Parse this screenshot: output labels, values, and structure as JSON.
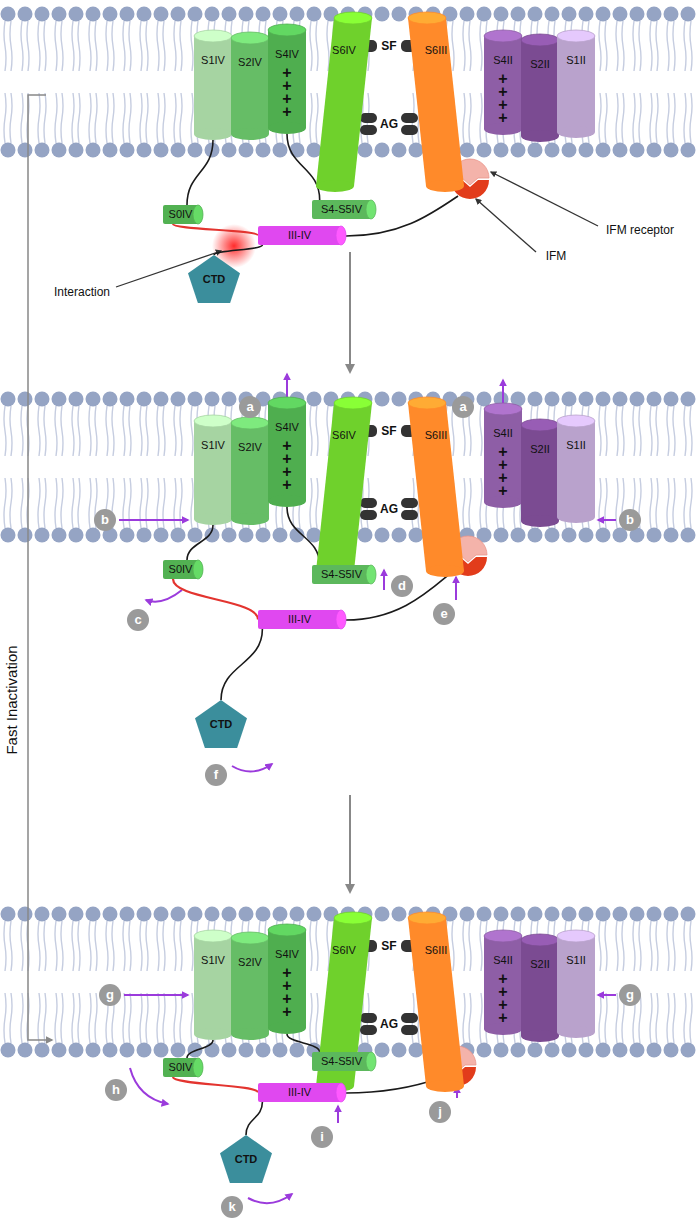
{
  "diagram": {
    "nodes": [
      {
        "text": [
          "S1IV"
        ]
      },
      {
        "text": [
          "S2IV"
        ]
      },
      {
        "text": [
          "S4IV",
          "+ + + +"
        ]
      },
      {
        "text": [
          "S6IV"
        ]
      },
      {
        "text": [
          "S6III"
        ]
      },
      {
        "text": [
          "S4II",
          "+ + + +"
        ]
      },
      {
        "text": [
          "S2II"
        ]
      },
      {
        "text": [
          "S1II"
        ]
      },
      {
        "text": [
          "S0IV"
        ]
      },
      {
        "text": [
          "S4-S5IV"
        ]
      },
      {
        "text": [
          "III-IV"
        ]
      },
      {
        "text": [
          "CTD"
        ]
      },
      {
        "text": [
          "S1IV"
        ]
      },
      {
        "text": [
          "S2IV"
        ]
      },
      {
        "text": [
          "S4IV",
          "+ + + +"
        ]
      },
      {
        "text": [
          "S6IV"
        ]
      },
      {
        "text": [
          "S6III"
        ]
      },
      {
        "text": [
          "S4II",
          "+ + + +"
        ]
      },
      {
        "text": [
          "S2II"
        ]
      },
      {
        "text": [
          "S1II"
        ]
      },
      {
        "text": [
          "S0IV"
        ]
      },
      {
        "text": [
          "S4-S5IV"
        ]
      },
      {
        "text": [
          "III-IV"
        ]
      },
      {
        "text": [
          "CTD"
        ]
      },
      {
        "text": [
          "a"
        ]
      },
      {
        "text": [
          "a"
        ]
      },
      {
        "text": [
          "b"
        ]
      },
      {
        "text": [
          "b"
        ]
      },
      {
        "text": [
          "c"
        ]
      },
      {
        "text": [
          "d"
        ]
      },
      {
        "text": [
          "e"
        ]
      },
      {
        "text": [
          "f"
        ]
      },
      {
        "text": [
          "S1IV"
        ]
      },
      {
        "text": [
          "S2IV"
        ]
      },
      {
        "text": [
          "S4IV",
          "+ + + +"
        ]
      },
      {
        "text": [
          "S6IV"
        ]
      },
      {
        "text": [
          "S6III"
        ]
      },
      {
        "text": [
          "S4II",
          "+ + + +"
        ]
      },
      {
        "text": [
          "S2II"
        ]
      },
      {
        "text": [
          "S1II"
        ]
      },
      {
        "text": [
          "S0IV"
        ]
      },
      {
        "text": [
          "S4-S5IV"
        ]
      },
      {
        "text": [
          "III-IV"
        ]
      },
      {
        "text": [
          "CTD"
        ]
      },
      {
        "text": [
          "g"
        ]
      },
      {
        "text": [
          "g"
        ]
      },
      {
        "text": [
          "h"
        ]
      },
      {
        "text": [
          "i"
        ]
      },
      {
        "text": [
          "j"
        ]
      },
      {
        "text": [
          "k"
        ]
      }
    ],
    "edges": [
      {
        "from": 0,
        "to": 8,
        "arrow": "none"
      },
      {
        "from": 8,
        "to": 10,
        "arrow": "none"
      },
      {
        "from": 2,
        "to": 9,
        "arrow": "none"
      },
      {
        "from": 10,
        "to": 11,
        "arrow": "none"
      },
      {
        "from": 12,
        "to": 20,
        "arrow": "none"
      },
      {
        "from": 20,
        "to": 22,
        "arrow": "none"
      },
      {
        "from": 14,
        "to": 21,
        "arrow": "none"
      },
      {
        "from": 22,
        "to": 23,
        "arrow": "none"
      },
      {
        "from": 32,
        "to": 40,
        "arrow": "none"
      },
      {
        "from": 40,
        "to": 42,
        "arrow": "none"
      },
      {
        "from": 34,
        "to": 41,
        "arrow": "none"
      },
      {
        "from": 42,
        "to": 43,
        "arrow": "none"
      }
    ],
    "labels": [
      "Fast Inactivation",
      "SF",
      "AG",
      "IFM receptor",
      "IFM",
      "Interaction",
      "SF",
      "AG",
      "SF",
      "AG"
    ]
  }
}
